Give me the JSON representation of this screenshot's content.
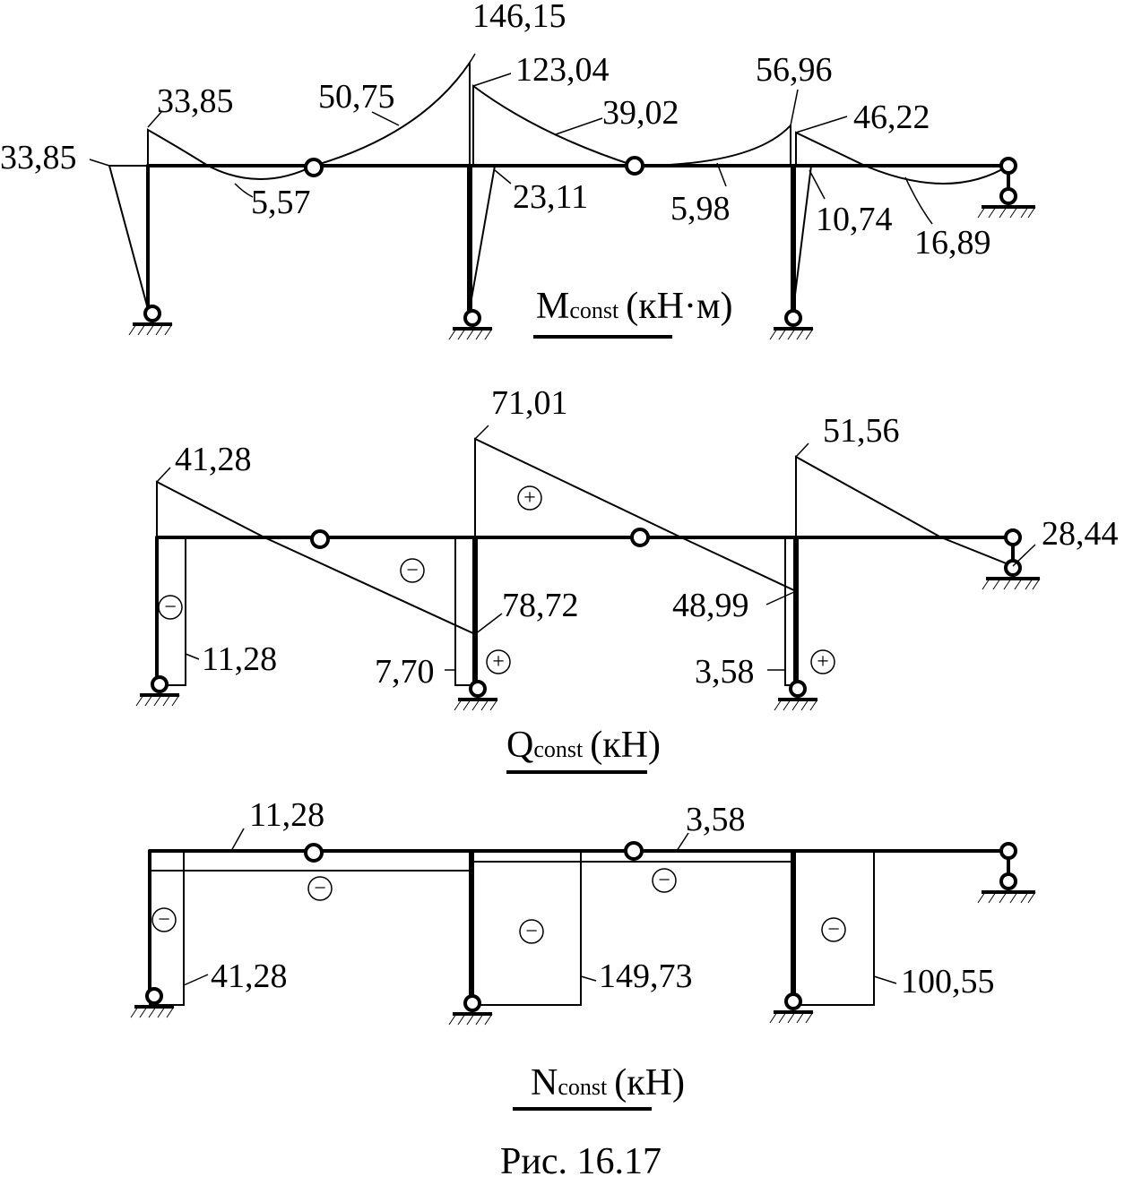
{
  "moment_diagram": {
    "title_symbol": "M",
    "title_subscript": "const",
    "title_unit": "(кН·м)",
    "values": {
      "left_column_top": "33,85",
      "span1_left_end": "33,85",
      "span1_mid": "5,57",
      "span2_left": "50,75",
      "span2_peak": "146,15",
      "span3_left": "123,04",
      "span3_mid": "39,02",
      "middle_column_top": "23,11",
      "span4_mid": "5,98",
      "span4_right_end": "56,96",
      "span5_left_end": "46,22",
      "right_column_top": "10,74",
      "span5_mid": "16,89"
    }
  },
  "shear_diagram": {
    "title_symbol": "Q",
    "title_subscript": "const",
    "title_unit": "(кН)",
    "values": {
      "span1_left": "41,28",
      "left_column": "11,28",
      "span2_right": "78,72",
      "middle_column": "7,70",
      "span3_left": "71,01",
      "span3_right": "48,99",
      "right_column": "3,58",
      "span4_left": "51,56",
      "span4_right": "28,44"
    },
    "signs": {
      "plus": "+",
      "minus": "−"
    }
  },
  "axial_diagram": {
    "title_symbol": "N",
    "title_subscript": "const",
    "title_unit": "(кН)",
    "values": {
      "beam_left": "11,28",
      "beam_right": "3,58",
      "left_column": "41,28",
      "middle_column": "149,73",
      "right_column": "100,55"
    },
    "signs": {
      "minus": "−"
    }
  },
  "caption": "Рис. 16.17"
}
